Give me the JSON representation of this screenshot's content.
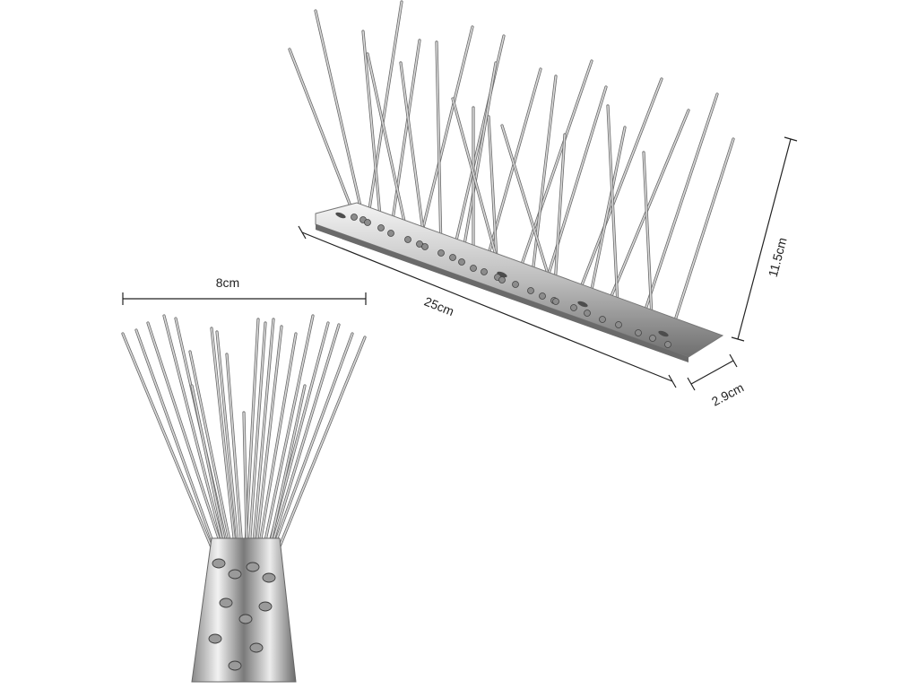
{
  "dimensions": {
    "width_label": "8cm",
    "length_label": "25cm",
    "height_label": "11.5cm",
    "depth_label": "2.9cm"
  },
  "colors": {
    "background": "#ffffff",
    "metal_light": "#e6e6e6",
    "metal_mid": "#a8a8a8",
    "metal_dark": "#555555",
    "dimension_line": "#222222"
  }
}
